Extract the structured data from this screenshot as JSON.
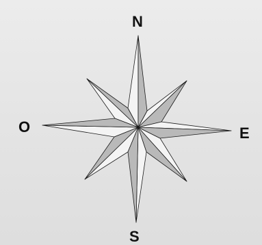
{
  "compass": {
    "labels": {
      "north": "N",
      "east": "E",
      "south": "S",
      "west": "O"
    },
    "colors": {
      "background": "#e6e6e6",
      "light_face": "#f4f4f4",
      "dark_face": "#b9b9b9",
      "outline": "#1a1a1a"
    }
  }
}
